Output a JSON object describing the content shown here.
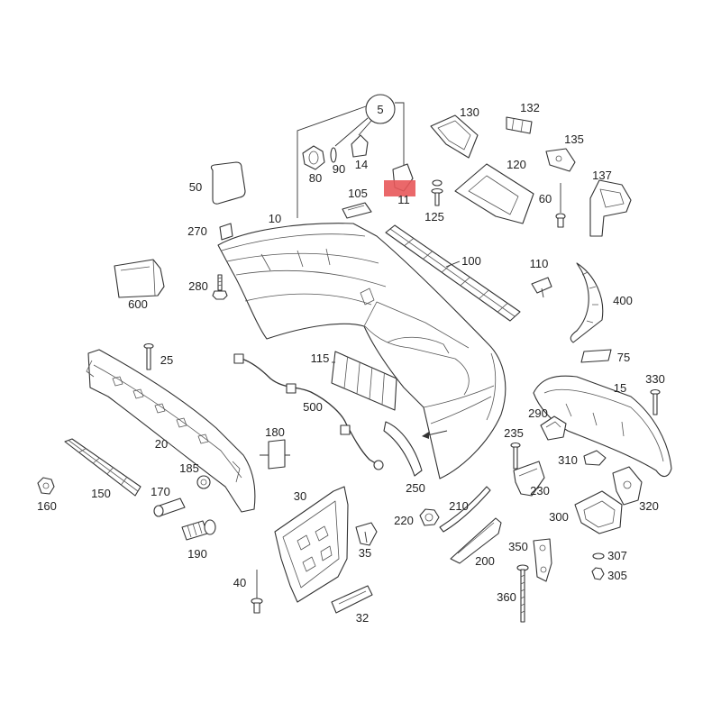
{
  "diagram": {
    "colors": {
      "line": "#333333",
      "highlight": "#e8585a",
      "background": "#ffffff"
    }
  },
  "callouts": [
    "5",
    "130",
    "132",
    "135",
    "137",
    "80",
    "90",
    "14",
    "120",
    "50",
    "105",
    "11",
    "125",
    "60",
    "10",
    "270",
    "100",
    "110",
    "600",
    "280",
    "400",
    "75",
    "25",
    "115",
    "330",
    "15",
    "500",
    "290",
    "235",
    "20",
    "180",
    "310",
    "230",
    "185",
    "150",
    "170",
    "30",
    "210",
    "160",
    "250",
    "320",
    "300",
    "220",
    "190",
    "35",
    "307",
    "350",
    "200",
    "305",
    "40",
    "360",
    "32"
  ]
}
